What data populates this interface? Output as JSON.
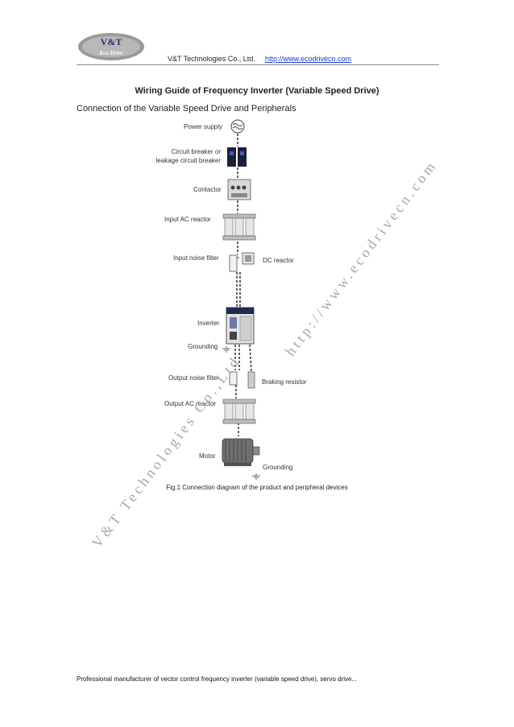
{
  "header": {
    "logo_line1": "V&T",
    "logo_line2": "Eco Drive",
    "company": "V&T Technologies Co., Ltd.",
    "url": "http://www.ecodrivecn.com"
  },
  "title": "Wiring Guide of Frequency Inverter (Variable Speed Drive)",
  "subtitle": "Connection of the Variable Speed Drive and Peripherals",
  "diagram": {
    "power_supply": "Power supply",
    "breaker_1": "Circuit breaker or",
    "breaker_2": "leakage circuit breaker",
    "contactor": "Contactor",
    "input_ac_reactor": "Input  AC  reactor",
    "input_noise_filter": "Input noise filter",
    "dc_reactor": "DC reactor",
    "inverter": "Inverter",
    "grounding_left": "Grounding",
    "output_noise_filter": "Output noise filter",
    "braking_resistor": "Braking resistor",
    "output_ac_reactor": "Output AC reactor",
    "motor": "Motor",
    "grounding_right": "Grounding"
  },
  "caption": "Fig.1 Connection diagram of the product and peripheral devices",
  "watermark": {
    "line_upper": "http://www.ecodrivecn.com",
    "line_lower": "V&T Technologies Co.,Ltd"
  },
  "footer": "Professional manufacturer of vector control frequency inverter (variable speed drive), servo drive..."
}
